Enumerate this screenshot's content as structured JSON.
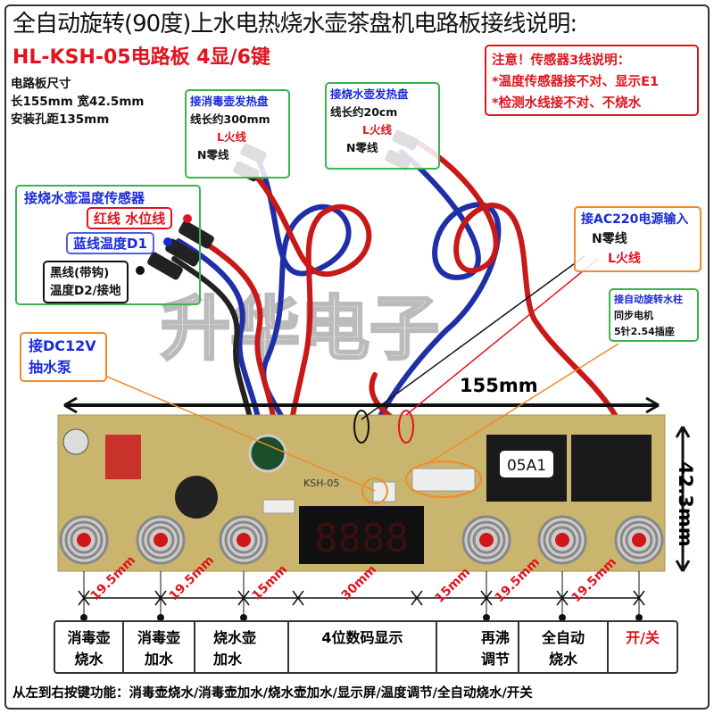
{
  "title": "全自动旋转(90度)上水电热烧水壶茶盘机电路板接线说明:",
  "subtitle": "HL-KSH-05电路板 4显/6键",
  "board_size": {
    "heading": "电路板尺寸",
    "size": "长155mm 宽42.5mm",
    "holes": "安装孔距135mm"
  },
  "warning": {
    "title": "注意！传感器3线说明：",
    "line1": "*温度传感器接不对、显示E1",
    "line2": "*检测水线接不对、不烧水"
  },
  "disinfect_heater": {
    "title": "接消毒壶发热盘",
    "length": "线长约300mm",
    "live": "L火线",
    "neutral": "N零线"
  },
  "kettle_heater": {
    "title": "接烧水壶发热盘",
    "length": "线长约20cm",
    "live": "L火线",
    "neutral": "N零线"
  },
  "temp_sensor": {
    "title": "接烧水壶温度传感器",
    "red": "红线 水位线",
    "blue": "蓝线温度D1",
    "black1": "黑线(带钩)",
    "black2": "温度D2/接地"
  },
  "pump": {
    "line1": "接DC12V",
    "line2": "抽水泵"
  },
  "ac_input": {
    "title": "接AC220电源输入",
    "neutral": "N零线",
    "live": "L火线"
  },
  "motor": {
    "title": "接自动旋转水柱",
    "line1": "同步电机",
    "line2": "5针2.54插座"
  },
  "watermark": "升华电子",
  "board": {
    "model": "KSH-05",
    "relay_label": "05A1",
    "display": "8888"
  },
  "length_dim": "155mm",
  "height_dim": "42.3mm",
  "spacings": [
    "19.5mm",
    "19.5mm",
    "15mm",
    "30mm",
    "15mm",
    "19.5mm",
    "19.5mm"
  ],
  "keys": [
    {
      "line1": "消毒壶",
      "line2": "烧水"
    },
    {
      "line1": "消毒壶",
      "line2": "加水"
    },
    {
      "line1": "烧水壶",
      "line2": "加水"
    },
    {
      "line1": "4位数码显示",
      "line2": ""
    },
    {
      "line1": "再沸",
      "line2": "调节"
    },
    {
      "line1": "全自动",
      "line2": "烧水"
    },
    {
      "line1": "开/关",
      "line2": ""
    }
  ],
  "footer": "从左到右按键功能：消毒壶烧水/消毒壶加水/烧水壶加水/显示屏/温度调节/全自动烧水/开关",
  "colors": {
    "red": "#e0141e",
    "blue": "#1a2ad8",
    "green": "#3cb450",
    "orange": "#f08a2a",
    "board": "#c9b56e"
  }
}
